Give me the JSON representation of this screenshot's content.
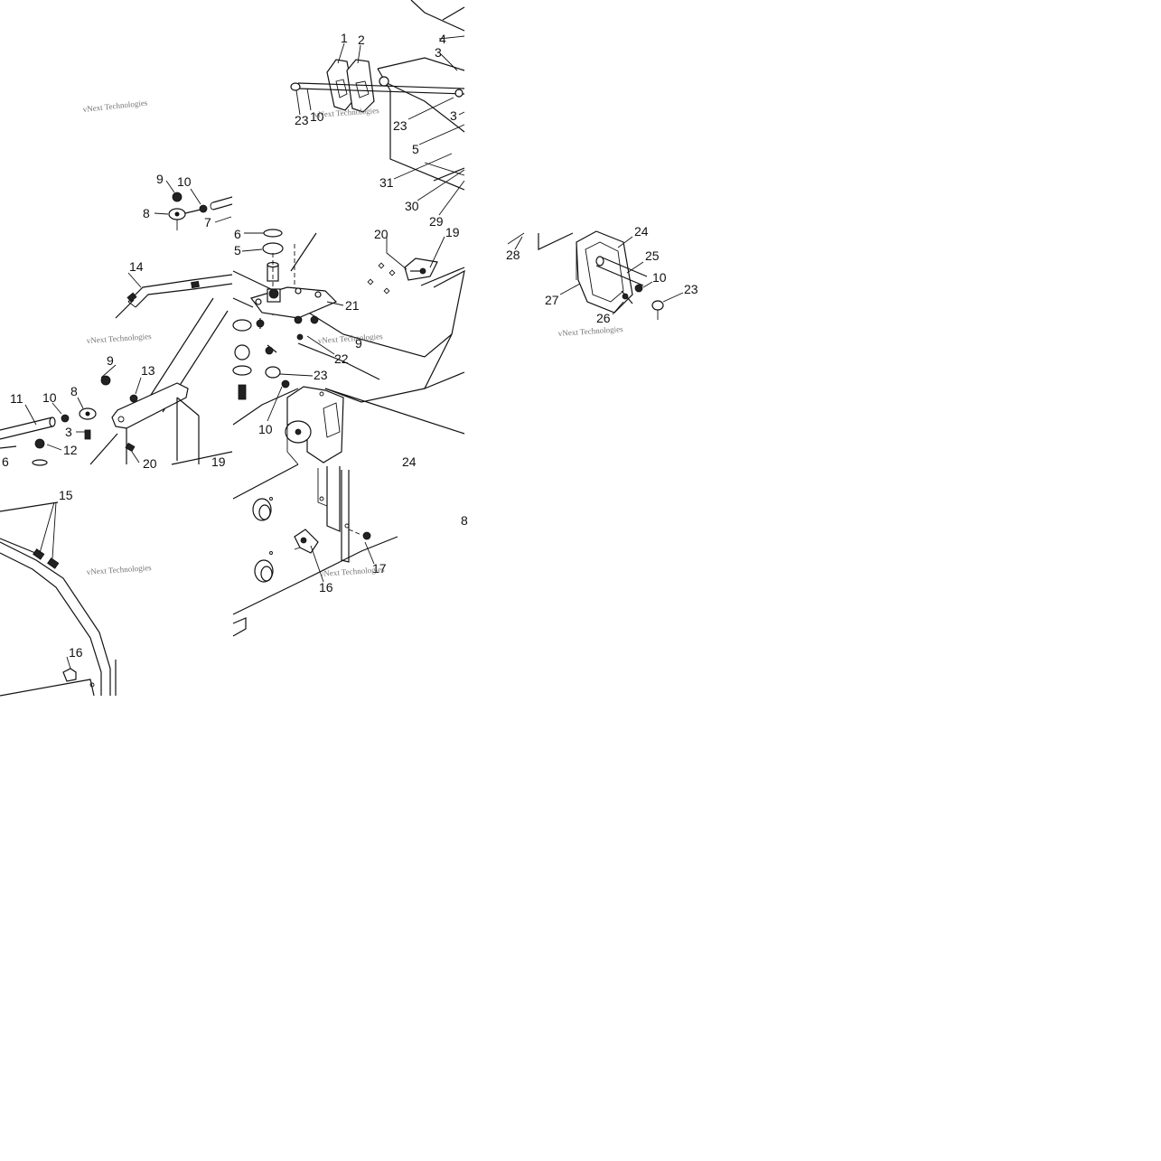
{
  "diagram": {
    "callouts": {
      "a1": "1",
      "a2": "2",
      "a4": "4",
      "a3": "3",
      "a23": "23",
      "a10": "10",
      "a23b": "23",
      "a3b": "3",
      "a5": "5",
      "a31": "31",
      "a30": "30",
      "a29": "29",
      "b9": "9",
      "b10": "10",
      "b8": "8",
      "b7": "7",
      "c6": "6",
      "c5": "5",
      "c20": "20",
      "c19": "19",
      "c21": "21",
      "c9": "9",
      "c22": "22",
      "c23": "23",
      "c10": "10",
      "c24": "24",
      "d14": "14",
      "d9": "9",
      "d13": "13",
      "d11": "11",
      "d10": "10",
      "d8": "8",
      "d3": "3",
      "d12": "12",
      "d6": "6",
      "d20": "20",
      "d19": "19",
      "e28": "28",
      "e24": "24",
      "e25": "25",
      "e10": "10",
      "e23": "23",
      "e27": "27",
      "e26": "26",
      "f15": "15",
      "f16": "16",
      "g17": "17",
      "g16": "16",
      "g8": "8"
    },
    "watermarks": {
      "w1": "vNext Technologies",
      "w2": "vNext Technologies",
      "w3": "vNext Technologies",
      "w4": "vNext Technologies",
      "w5": "vNext Technologies",
      "w6": "vNext Technologies",
      "w7": "vNext Technologies"
    }
  }
}
